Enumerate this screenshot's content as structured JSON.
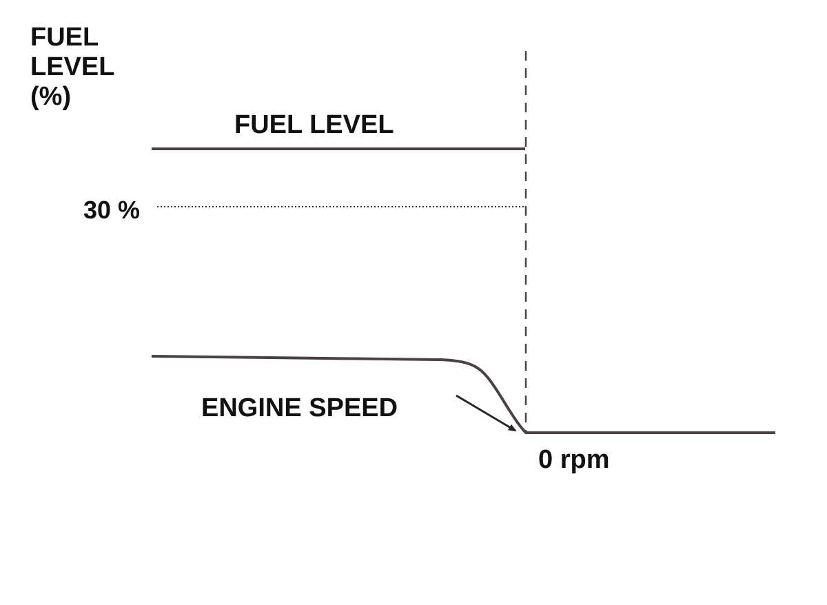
{
  "axis_label": {
    "lines": [
      "FUEL",
      "LEVEL",
      "(%)"
    ]
  },
  "labels": {
    "fuel_level": "FUEL LEVEL",
    "threshold": "30 %",
    "engine_speed": "ENGINE SPEED",
    "zero_rpm": "0 rpm"
  },
  "colors": {
    "line": "#4a4242",
    "text": "#111111",
    "background": "#ffffff"
  }
}
